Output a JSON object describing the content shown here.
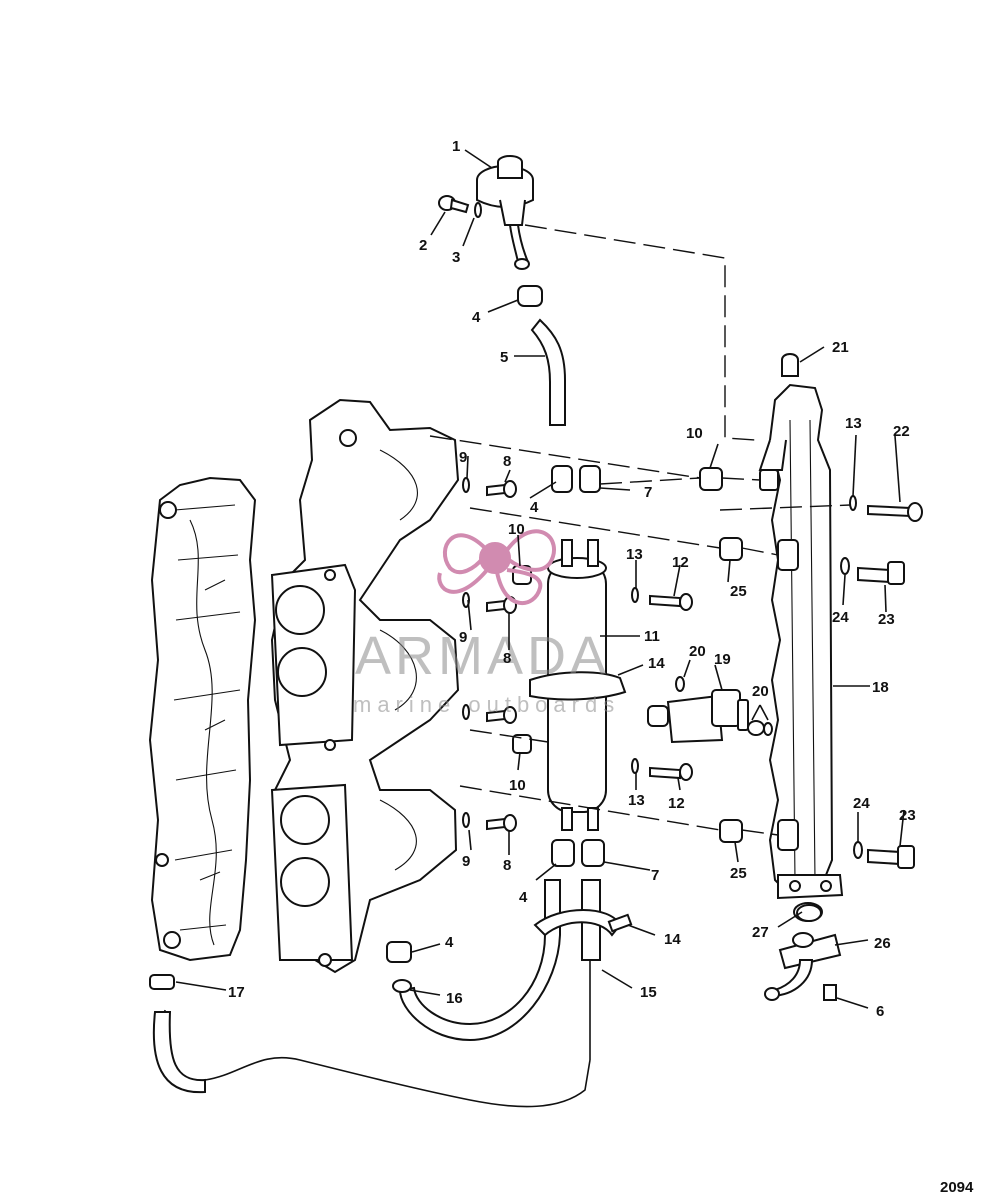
{
  "figure_number": "2094",
  "watermark": {
    "brand": "ARMADA",
    "tagline": "marine outboards"
  },
  "callouts": [
    {
      "label": "1"
    },
    {
      "label": "2"
    },
    {
      "label": "3"
    },
    {
      "label": "4"
    },
    {
      "label": "5"
    },
    {
      "label": "4"
    },
    {
      "label": "8"
    },
    {
      "label": "9"
    },
    {
      "label": "7"
    },
    {
      "label": "10"
    },
    {
      "label": "13"
    },
    {
      "label": "22"
    },
    {
      "label": "10"
    },
    {
      "label": "13"
    },
    {
      "label": "12"
    },
    {
      "label": "25"
    },
    {
      "label": "23"
    },
    {
      "label": "24"
    },
    {
      "label": "21"
    },
    {
      "label": "9"
    },
    {
      "label": "8"
    },
    {
      "label": "11"
    },
    {
      "label": "14"
    },
    {
      "label": "20"
    },
    {
      "label": "19"
    },
    {
      "label": "20"
    },
    {
      "label": "18"
    },
    {
      "label": "10"
    },
    {
      "label": "13"
    },
    {
      "label": "12"
    },
    {
      "label": "9"
    },
    {
      "label": "8"
    },
    {
      "label": "4"
    },
    {
      "label": "7"
    },
    {
      "label": "25"
    },
    {
      "label": "24"
    },
    {
      "label": "23"
    },
    {
      "label": "14"
    },
    {
      "label": "4"
    },
    {
      "label": "16"
    },
    {
      "label": "15"
    },
    {
      "label": "17"
    },
    {
      "label": "27"
    },
    {
      "label": "26"
    },
    {
      "label": "6"
    }
  ]
}
